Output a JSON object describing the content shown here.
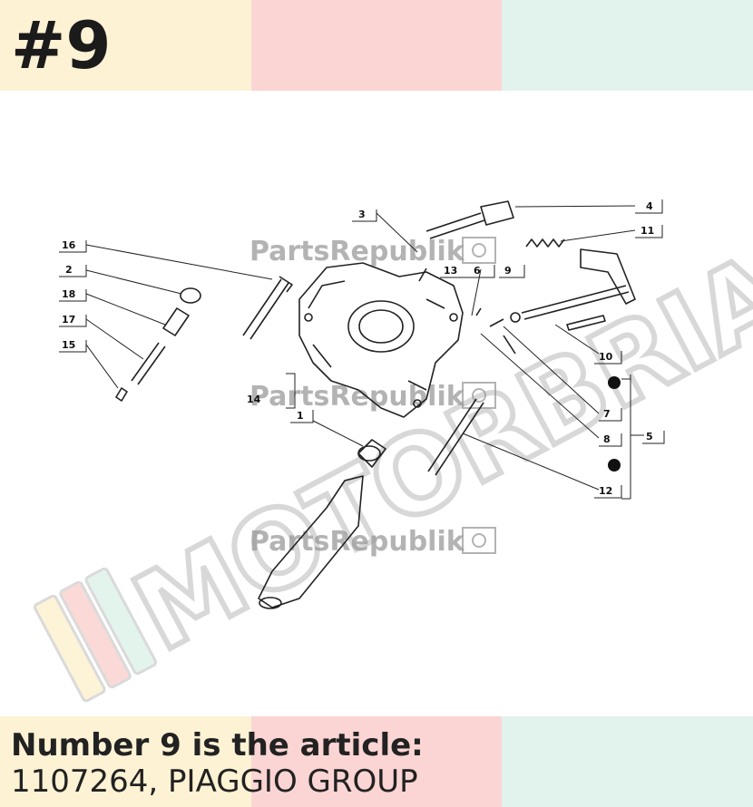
{
  "header": {
    "number": "#9"
  },
  "watermark": {
    "site": "PartsRepublik",
    "brand": "MOTORBRIA"
  },
  "callouts": [
    "1",
    "2",
    "3",
    "4",
    "5",
    "6",
    "7",
    "8",
    "9",
    "10",
    "11",
    "12",
    "13",
    "14",
    "15",
    "16",
    "17",
    "18"
  ],
  "footer": {
    "line1": "Number 9 is the article:",
    "line2": "1107264, PIAGGIO GROUP"
  },
  "colors": {
    "yellow": "#fdf2d3",
    "pink": "#fbd5d3",
    "mint": "#e1f3ec",
    "ink": "#1b1b1b"
  }
}
